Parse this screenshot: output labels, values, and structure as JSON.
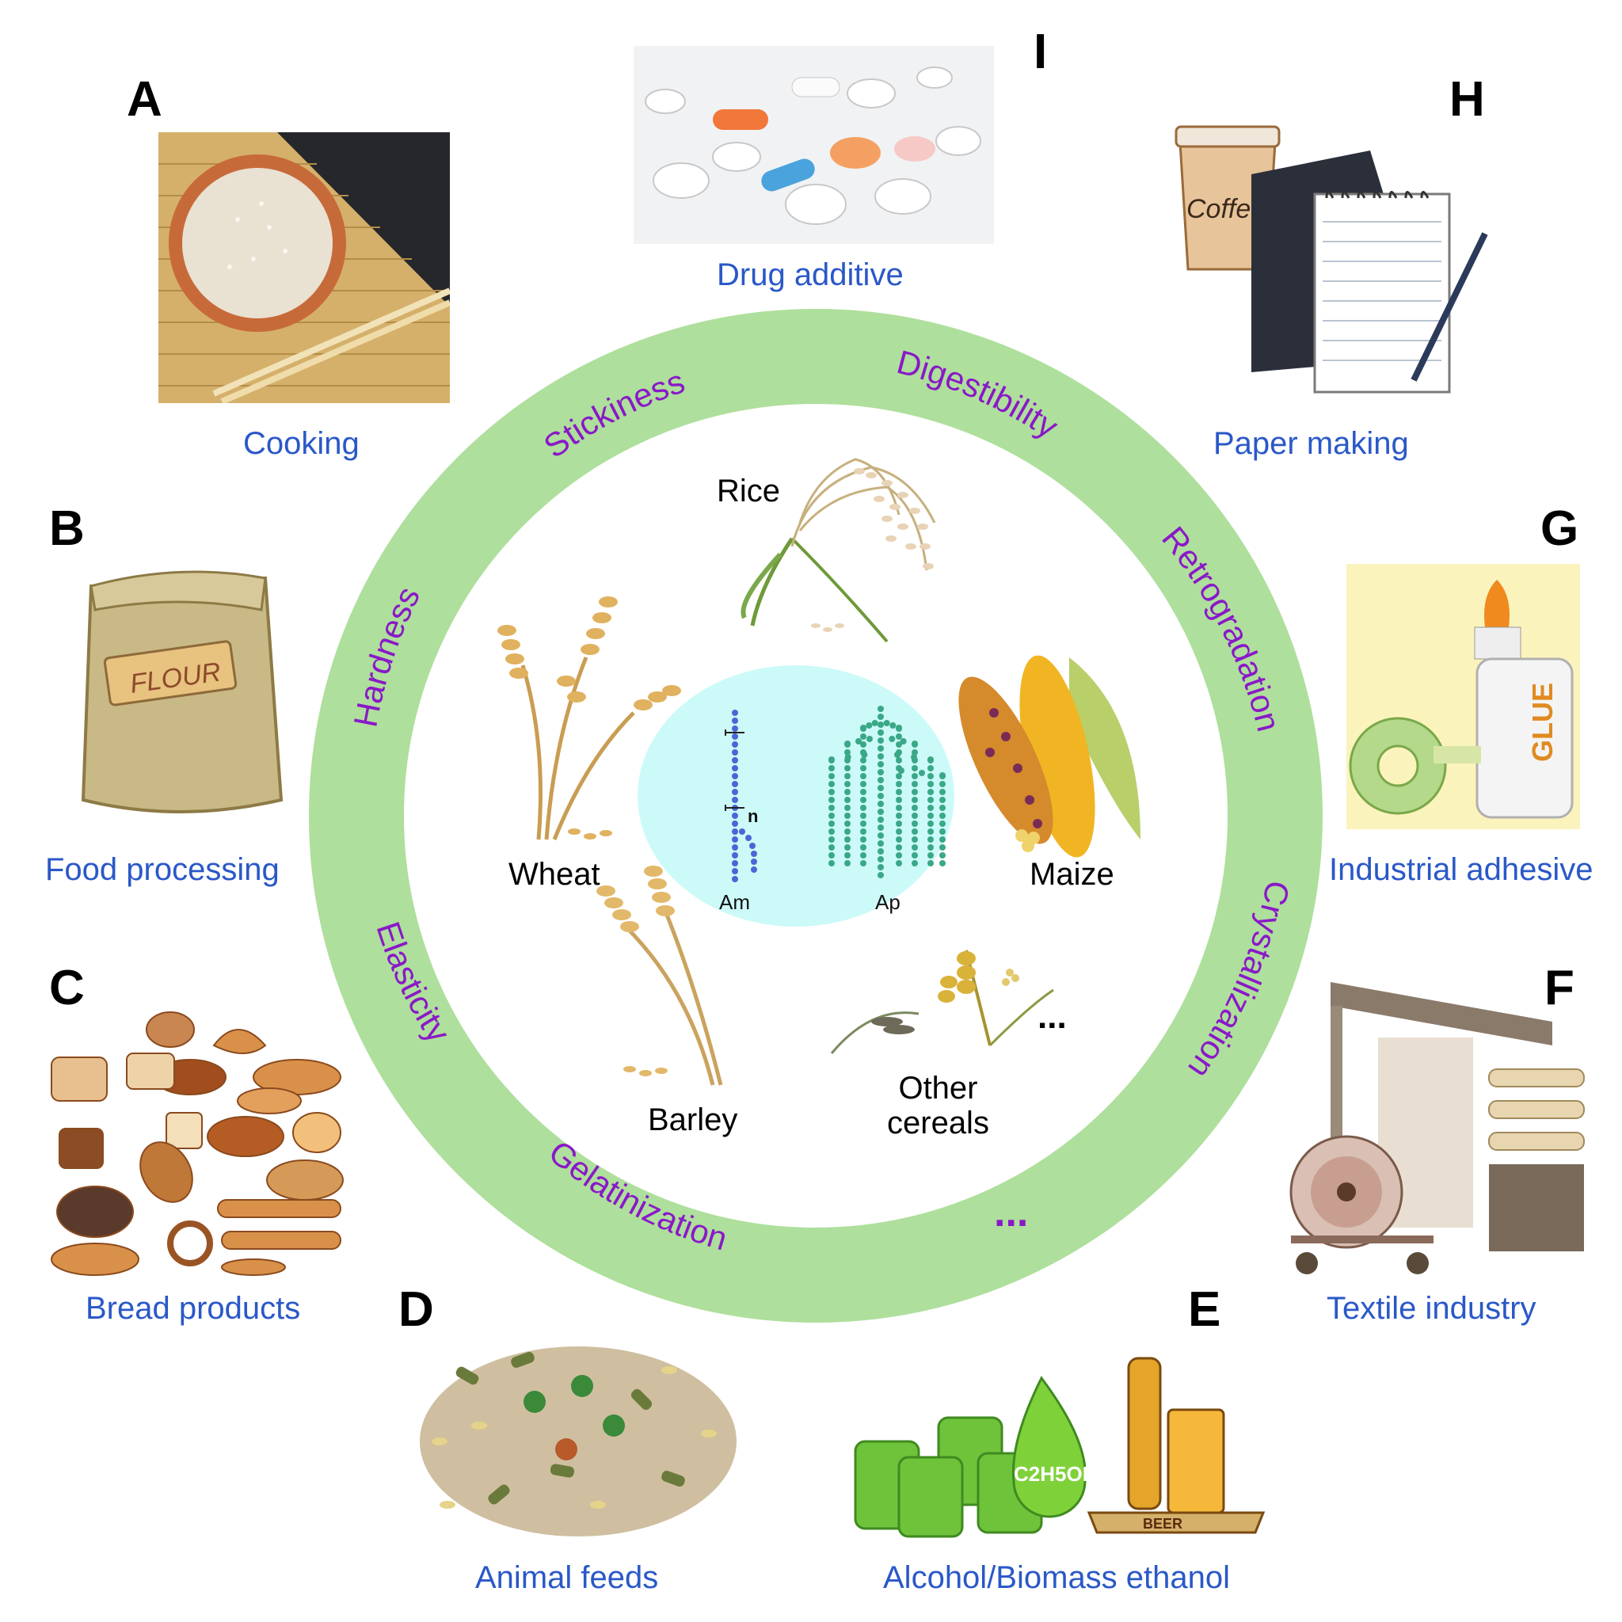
{
  "center": {
    "amylose_label": "Am",
    "amylopectin_label": "Ap",
    "repeat_label": "n"
  },
  "properties": {
    "stickiness": "Stickiness",
    "digestibility": "Digestibility",
    "retrogradation": "Retrogradation",
    "crystallization": "Crystallization",
    "ellipsis": "...",
    "gelatinization": "Gelatinization",
    "elasticity": "Elasticity",
    "hardness": "Hardness"
  },
  "crops": {
    "rice": "Rice",
    "wheat": "Wheat",
    "maize": "Maize",
    "barley": "Barley",
    "other_line1": "Other",
    "other_line2": "cereals",
    "more": "..."
  },
  "applications": [
    {
      "letter": "A",
      "caption": "Cooking"
    },
    {
      "letter": "B",
      "caption": "Food processing"
    },
    {
      "letter": "C",
      "caption": "Bread products"
    },
    {
      "letter": "D",
      "caption": "Animal feeds"
    },
    {
      "letter": "E",
      "caption": "Alcohol/Biomass ethanol"
    },
    {
      "letter": "F",
      "caption": "Textile industry"
    },
    {
      "letter": "G",
      "caption": "Industrial adhesive"
    },
    {
      "letter": "H",
      "caption": "Paper making"
    },
    {
      "letter": "I",
      "caption": "Drug additive"
    }
  ],
  "illustration_text": {
    "flour_bag": "FLOUR",
    "coffee_cup": "Coffee",
    "glue_bottle": "GLUE",
    "ethanol_drop": "C2H5OH",
    "beer_label": "BEER"
  },
  "colors": {
    "ring": "#aedf9c",
    "core": "#ccfaf8",
    "property_text": "#8a18c8",
    "caption_text": "#2a58c8",
    "amylose": "#4a66d6",
    "amylopectin": "#3aa887"
  }
}
